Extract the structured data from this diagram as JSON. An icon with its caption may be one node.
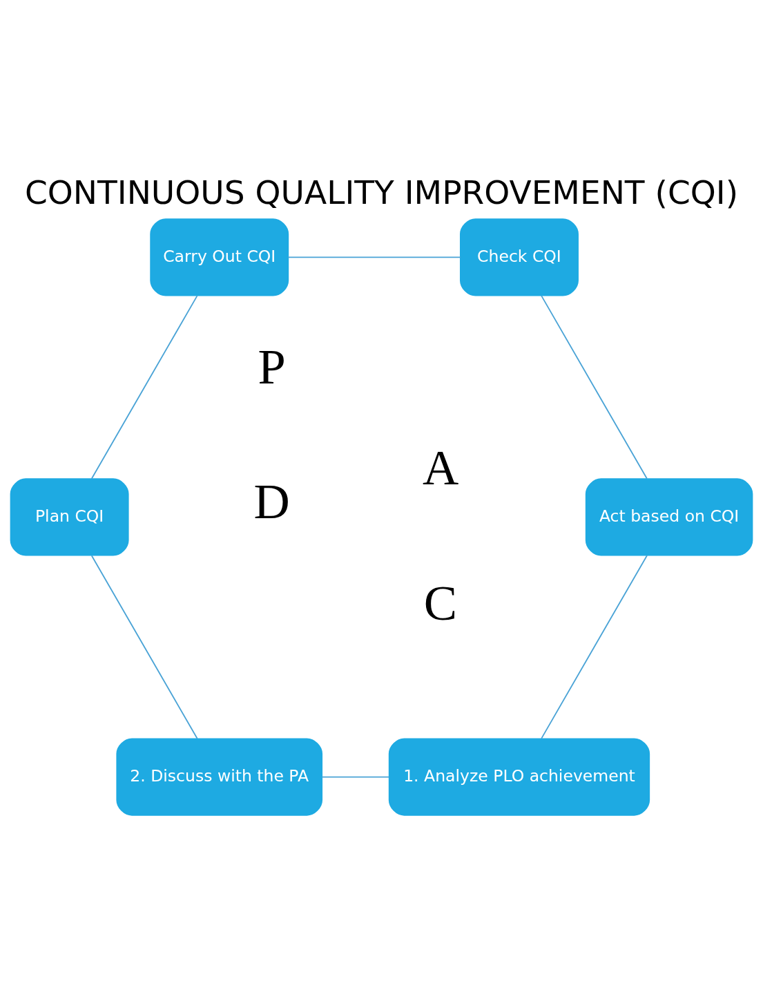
{
  "diagram": {
    "title": "CONTINUOUS QUALITY IMPROVEMENT (CQI)",
    "nodes": [
      {
        "text": [
          "1. Analyze PLO achievement"
        ]
      },
      {
        "text": [
          "Act based on CQI"
        ]
      },
      {
        "text": [
          "2. Discuss with the PA"
        ]
      },
      {
        "text": [
          "Check CQI"
        ]
      },
      {
        "text": [
          "Plan CQI"
        ]
      },
      {
        "text": [
          "Carry Out CQI"
        ]
      }
    ],
    "edges": [
      {
        "from": 0,
        "to": 2,
        "arrow": "none"
      },
      {
        "from": 2,
        "to": 4,
        "arrow": "none"
      },
      {
        "from": 4,
        "to": 5,
        "arrow": "none"
      },
      {
        "from": 5,
        "to": 3,
        "arrow": "none"
      },
      {
        "from": 3,
        "to": 1,
        "arrow": "none"
      },
      {
        "from": 1,
        "to": 0,
        "arrow": "none"
      }
    ],
    "labels": [
      "A",
      "C",
      "P",
      "D"
    ]
  }
}
